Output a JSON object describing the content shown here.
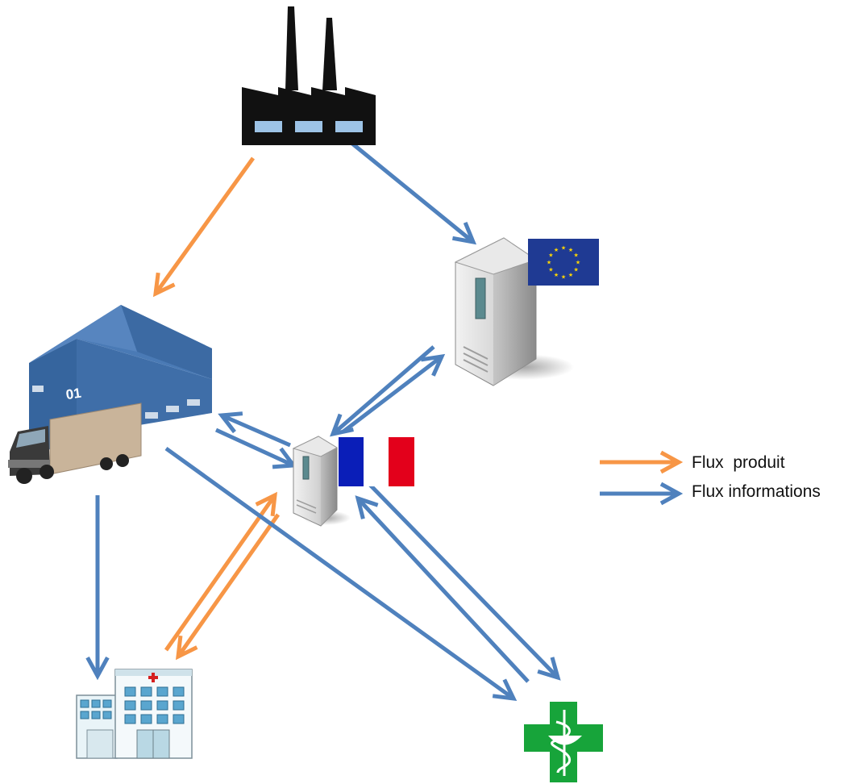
{
  "colors": {
    "product_flow": "#F79646",
    "info_flow": "#4F81BD",
    "factory": "#111111",
    "factory_window": "#9DC3E6",
    "warehouse": "#3F6EA8",
    "eu_flag": "#1F3A93",
    "eu_stars": "#FFD700",
    "fr_blue": "#0A1EB8",
    "fr_red": "#E3001B",
    "pharmacy": "#17A43A"
  },
  "legend": {
    "product_label": "Flux  produit",
    "info_label": "Flux informations"
  },
  "warehouse": {
    "door_label": "01"
  },
  "icons": {
    "factory": "factory-icon",
    "warehouse": "warehouse-icon",
    "truck": "truck-icon",
    "eu_server": "server-icon",
    "eu_flag": "eu-flag-icon",
    "fr_server": "server-icon",
    "fr_flag": "french-flag-icon",
    "hospital": "hospital-icon",
    "pharmacy": "pharmacy-cross-icon"
  },
  "arrows": [
    {
      "kind": "product",
      "from": "factory",
      "to": "warehouse"
    },
    {
      "kind": "info",
      "from": "factory",
      "to": "eu-server"
    },
    {
      "kind": "info",
      "from": "eu-server",
      "to": "fr-server"
    },
    {
      "kind": "info",
      "from": "fr-server",
      "to": "eu-server"
    },
    {
      "kind": "info",
      "from": "fr-server",
      "to": "warehouse"
    },
    {
      "kind": "info",
      "from": "warehouse",
      "to": "fr-server"
    },
    {
      "kind": "product",
      "from": "warehouse",
      "to": "hospital"
    },
    {
      "kind": "product",
      "from": "warehouse",
      "to": "pharmacy"
    },
    {
      "kind": "info",
      "from": "hospital",
      "to": "fr-server"
    },
    {
      "kind": "info",
      "from": "fr-server",
      "to": "hospital"
    },
    {
      "kind": "info",
      "from": "fr-server",
      "to": "pharmacy"
    },
    {
      "kind": "info",
      "from": "pharmacy",
      "to": "fr-server"
    }
  ]
}
